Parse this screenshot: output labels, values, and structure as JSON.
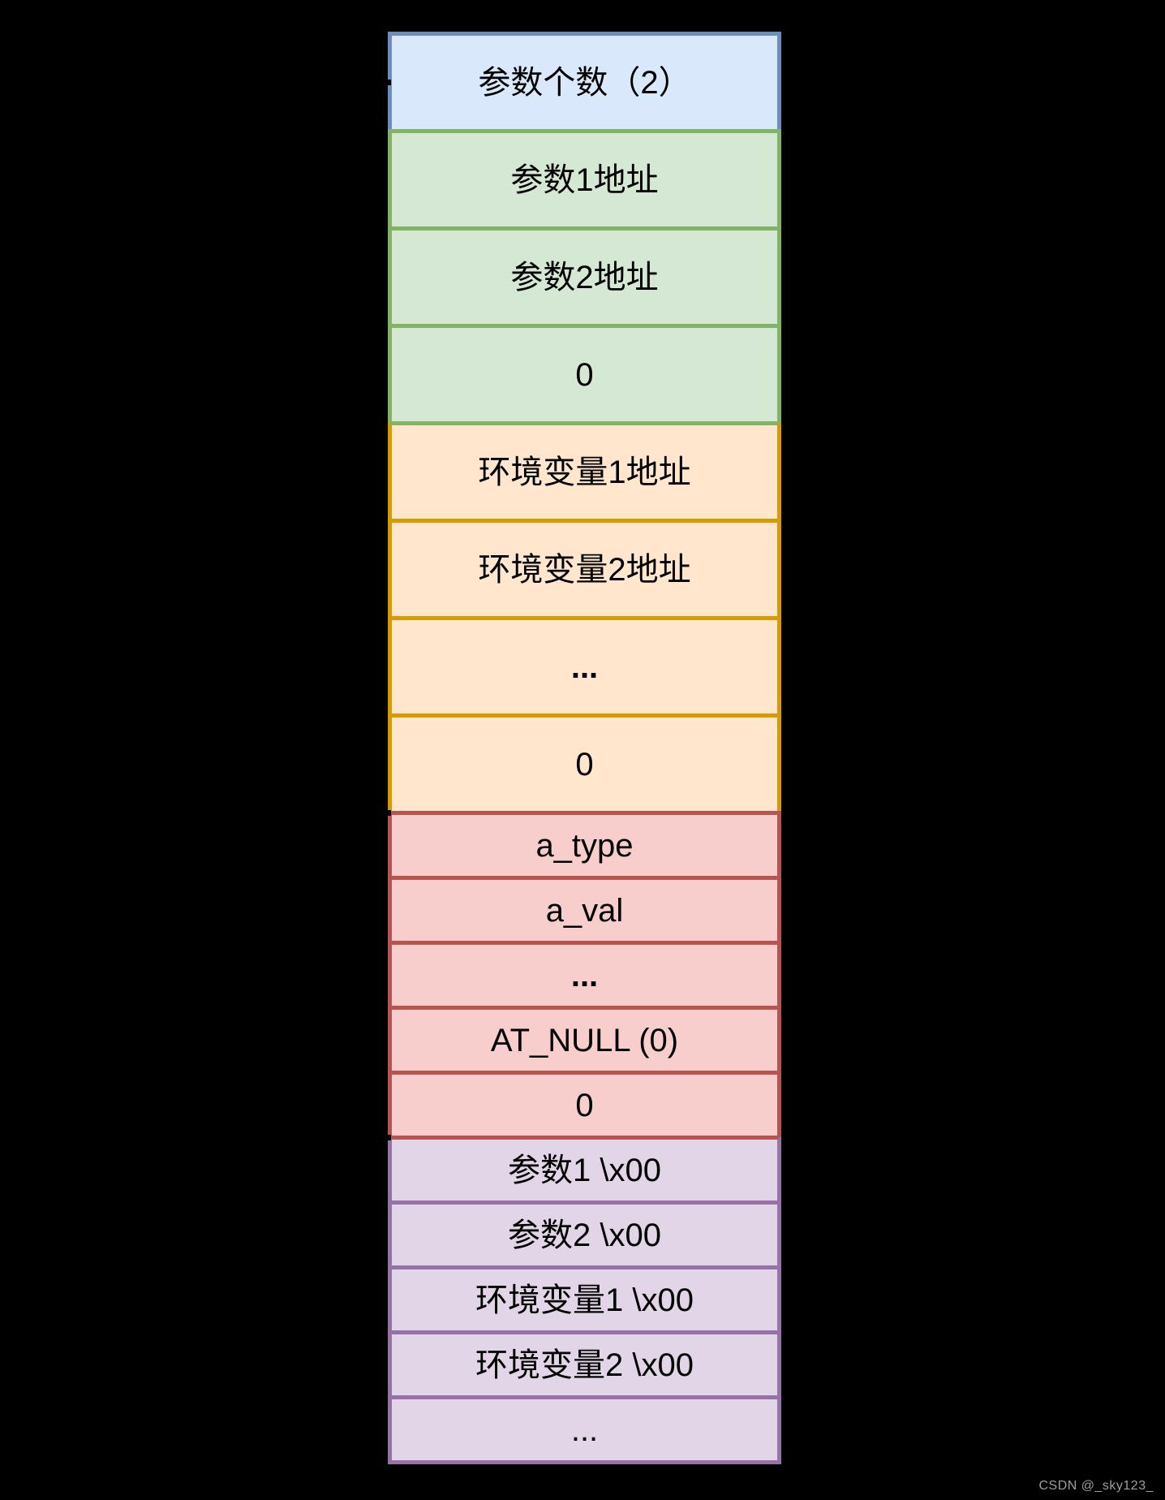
{
  "canvas": {
    "background": "#000000"
  },
  "watermark": {
    "text": "CSDN @_sky123_",
    "color": "#9e9e9e"
  },
  "diagram": {
    "description": "process initial stack layout",
    "palette": {
      "argc": {
        "fill": "#dae8fc",
        "border": "#6c8ebf"
      },
      "argv": {
        "fill": "#d5e8d4",
        "border": "#82b366"
      },
      "envp": {
        "fill": "#ffe6cc",
        "border": "#d79b00"
      },
      "auxv": {
        "fill": "#f8cecc",
        "border": "#b85450"
      },
      "strings": {
        "fill": "#e1d5e7",
        "border": "#9673a6"
      }
    },
    "sections": [
      {
        "name": "argc",
        "rows": [
          {
            "label": "参数个数（2）"
          }
        ]
      },
      {
        "name": "argv",
        "rows": [
          {
            "label": "参数1地址"
          },
          {
            "label": "参数2地址"
          },
          {
            "label": "0"
          }
        ]
      },
      {
        "name": "envp",
        "rows": [
          {
            "label": "环境变量1地址"
          },
          {
            "label": "环境变量2地址"
          },
          {
            "label": "..."
          },
          {
            "label": "0"
          }
        ]
      },
      {
        "name": "auxv",
        "rows": [
          {
            "label": "a_type"
          },
          {
            "label": "a_val"
          },
          {
            "label": "..."
          },
          {
            "label": "AT_NULL (0)"
          },
          {
            "label": "0"
          }
        ]
      },
      {
        "name": "strings",
        "rows": [
          {
            "label": "参数1 \\x00"
          },
          {
            "label": "参数2 \\x00"
          },
          {
            "label": "环境变量1 \\x00"
          },
          {
            "label": "环境变量2 \\x00"
          },
          {
            "label": "..."
          }
        ]
      }
    ]
  }
}
